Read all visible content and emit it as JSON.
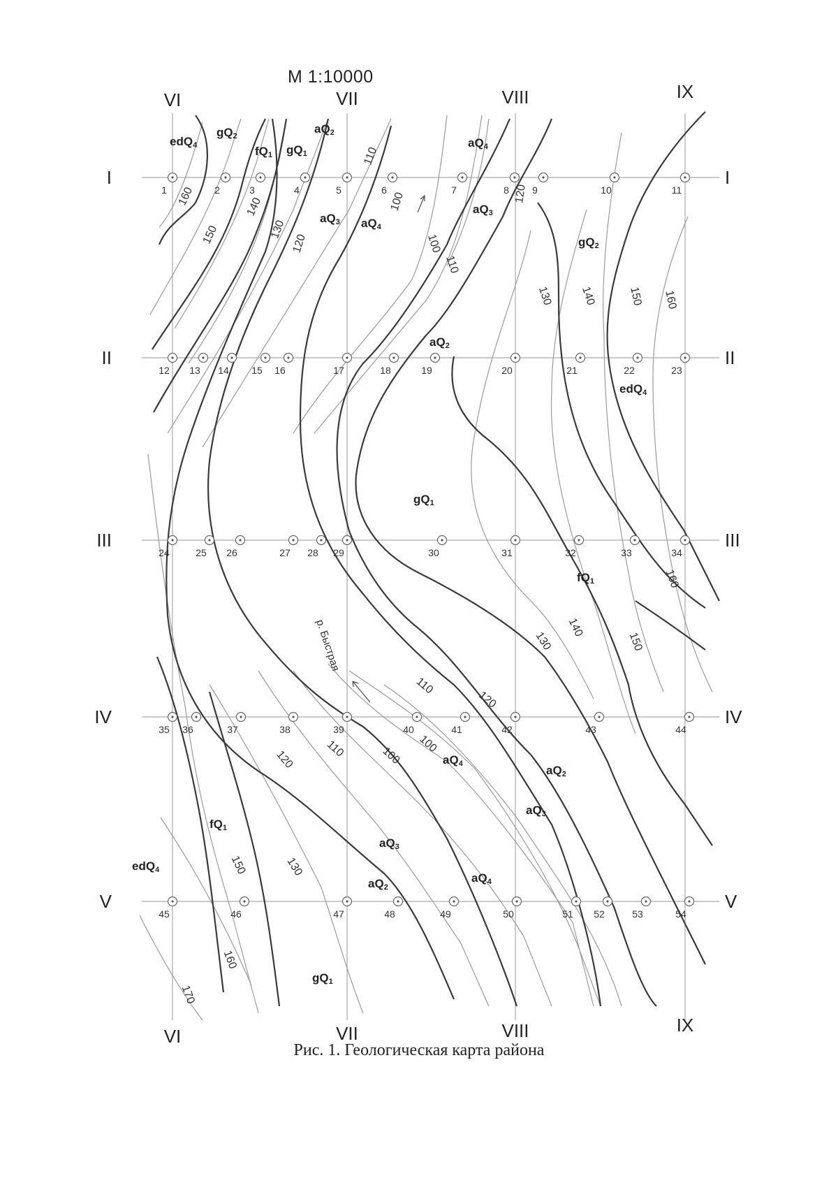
{
  "scale": "М 1:10000",
  "caption": "Рис. 1. Геологическая карта района",
  "column_labels": [
    "VI",
    "VII",
    "VIII",
    "IX"
  ],
  "row_labels": [
    "I",
    "II",
    "III",
    "IV",
    "V"
  ],
  "points": [
    "1",
    "2",
    "3",
    "4",
    "5",
    "6",
    "7",
    "8",
    "9",
    "10",
    "11",
    "12",
    "13",
    "14",
    "15",
    "16",
    "17",
    "18",
    "19",
    "20",
    "21",
    "22",
    "23",
    "24",
    "25",
    "26",
    "27",
    "28",
    "29",
    "30",
    "31",
    "32",
    "33",
    "34",
    "35",
    "36",
    "37",
    "38",
    "39",
    "40",
    "41",
    "42",
    "43",
    "44",
    "45",
    "46",
    "47",
    "48",
    "49",
    "50",
    "51",
    "52",
    "53",
    "54"
  ],
  "geology": [
    {
      "base": "edQ",
      "sub": "4"
    },
    {
      "base": "gQ",
      "sub": "2"
    },
    {
      "base": "fQ",
      "sub": "1"
    },
    {
      "base": "gQ",
      "sub": "1"
    },
    {
      "base": "aQ",
      "sub": "2"
    },
    {
      "base": "aQ",
      "sub": "4"
    },
    {
      "base": "aQ",
      "sub": "3"
    },
    {
      "base": "aQ",
      "sub": "4"
    },
    {
      "base": "aQ",
      "sub": "3"
    },
    {
      "base": "gQ",
      "sub": "2"
    },
    {
      "base": "aQ",
      "sub": "2"
    },
    {
      "base": "edQ",
      "sub": "4"
    },
    {
      "base": "gQ",
      "sub": "1"
    },
    {
      "base": "fQ",
      "sub": "1"
    },
    {
      "base": "aQ",
      "sub": "4"
    },
    {
      "base": "aQ",
      "sub": "2"
    },
    {
      "base": "aQ",
      "sub": "3"
    },
    {
      "base": "fQ",
      "sub": "1"
    },
    {
      "base": "edQ",
      "sub": "4"
    },
    {
      "base": "aQ",
      "sub": "3"
    },
    {
      "base": "aQ",
      "sub": "2"
    },
    {
      "base": "aQ",
      "sub": "4"
    },
    {
      "base": "gQ",
      "sub": "1"
    }
  ],
  "contours": [
    "160",
    "150",
    "140",
    "130",
    "120",
    "110",
    "100",
    "100",
    "110",
    "120",
    "130",
    "140",
    "150",
    "160",
    "160",
    "130",
    "140",
    "150",
    "110",
    "120",
    "110",
    "100",
    "100",
    "120",
    "130",
    "150",
    "160",
    "170"
  ],
  "river": "р. Быстрая"
}
